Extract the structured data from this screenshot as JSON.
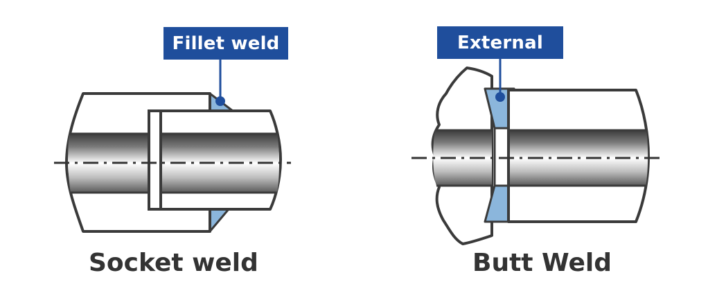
{
  "colors": {
    "outline": "#3a3a3a",
    "weld_fill": "#8bb6dc",
    "label_bg": "#1f4e9c",
    "label_text": "#ffffff",
    "caption_text": "#333333"
  },
  "socket_weld": {
    "label": "Fillet weld",
    "caption": "Socket weld"
  },
  "butt_weld": {
    "label": "External",
    "caption": "Butt Weld"
  }
}
